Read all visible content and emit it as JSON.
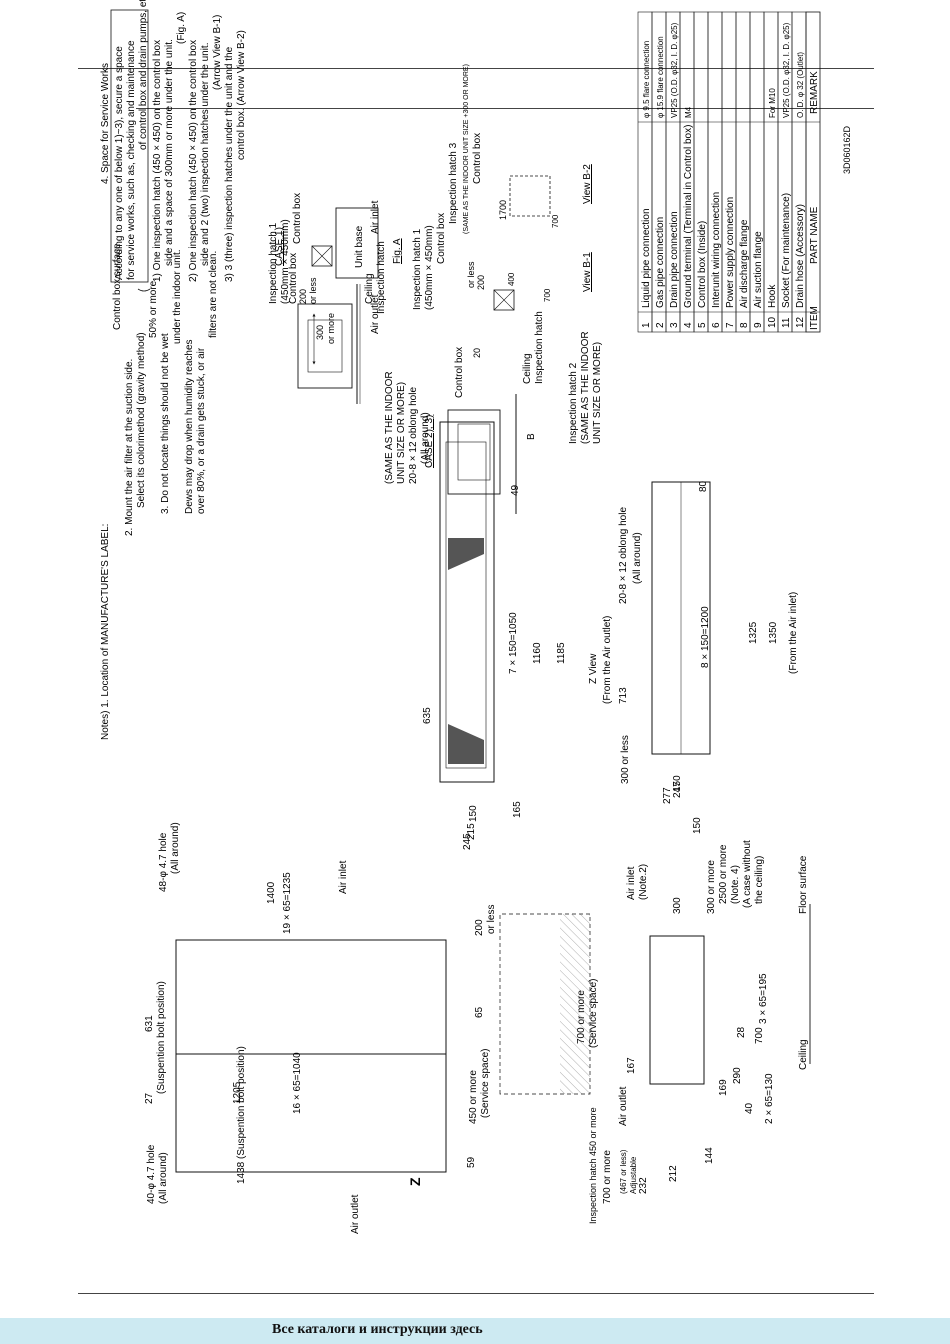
{
  "notes": [
    "Notes) 1. Location of MANUFACTURE'S LABEL:",
    "Control box surface",
    "2. Mount the air filter at the suction side.",
    "Select its colorimethod (gravity method)",
    "50% or more.",
    "3. Do not locate things should not be wet",
    "under the indoor unit.",
    "Dews may drop when humidity reaches",
    "over 80%, or a drain gets stuck, or air",
    "filters are not clean."
  ],
  "service": [
    "4. Space for Service Works",
    "According to any one of below 1)~3), secure a space",
    "for service works, such as, checking and maintenance",
    "of control box and drain pumps, etc.",
    "1) One inspection hatch (450 × 450) on the control box",
    "side and a space of 300mm or more under the unit.",
    "(Fig. A)",
    "2) One inspection hatch (450 × 450) on the control box",
    "side and 2 (two) inspection hatches under the unit.",
    "(Arrow View B-1)",
    "3) 3 (three) inspection hatches under the unit and the",
    "control box. (Arrow View B-2)"
  ],
  "case_labels": {
    "case1": "CASE 1)",
    "case23": "CASE 2), 3)",
    "figA": "Fig. A"
  },
  "texts": {
    "hatch1_fig": "Inspection hatch 1",
    "hatch1_size": "(450mm × 450mm)",
    "control_box": "Control box",
    "unit_base": "Unit base",
    "air_inlet": "Air inlet",
    "air_outlet": "Air outlet",
    "or_less": "or less",
    "or_more": "or more",
    "ceiling": "Ceiling",
    "inspection_hatch": "Inspection hatch",
    "hatch3": "Inspection hatch 3",
    "hatch3_note": "(SAME AS THE INDOOR UNIT SIZE +300 OR MORE)",
    "hatch1b": "Inspection hatch 1",
    "hatch1b_size": "(450mm × 450mm)",
    "hatch2": "Inspection hatch 2",
    "hatch2_note1": "(SAME AS THE INDOOR",
    "hatch2_note2": "UNIT SIZE OR MORE)",
    "view_b1": "View B-1",
    "view_b2": "View B-2",
    "b_arrow": "B",
    "dim_200": "200",
    "dim_300": "300",
    "dim_20": "20",
    "dim_400": "400",
    "dim_700": "700",
    "dim_1700": "1700",
    "same_size1": "(SAME AS THE INDOOR",
    "same_size2": "UNIT SIZE OR MORE)",
    "oblong_top": "20-8 × 12 oblong hole",
    "all_around": "(All around)",
    "oblong_right": "20-8 × 12 oblong hole",
    "z_view": "Z View",
    "from_outlet": "(From the Air outlet)",
    "from_inlet": "(From the Air inlet)",
    "d635": "635",
    "d713": "713",
    "d7x150": "7 × 150=1050",
    "d1160": "1160",
    "d1185": "1185",
    "d49": "49",
    "d80": "80",
    "d8x150": "8 × 150=1200",
    "d1325": "1325",
    "d1350": "1350",
    "d165": "165",
    "d150": "150",
    "d215": "215",
    "d245": "245",
    "d300less": "300 or less",
    "d150b": "150",
    "d247": "247",
    "d277": "277",
    "d150c": "150",
    "hole48": "48-φ 4.7 hole",
    "hole40": "40-φ 4.7 hole",
    "d631": "631",
    "susp_bolt": "(Suspention bolt position)",
    "d27": "27",
    "d1400": "1400",
    "d19x65": "19 × 65=1235",
    "d200": "200",
    "d16x65": "16 × 65=1040",
    "d1205": "1205",
    "d1438": "1438 (Suspention bolt position)",
    "d59": "59",
    "d450more": "450 or more",
    "service_space": "(Service space)",
    "service_space2": "(Service space)",
    "d700more": "700 or more",
    "d65": "65",
    "z_arrow": "Z",
    "insp_hatch_450": "Inspection hatch 450 or more",
    "air_inlet_note": "Air inlet",
    "note2": "(Note.2)",
    "d300": "300",
    "d300more": "300 or more",
    "d2500": "2500 or more",
    "note4": "(Note. 4)",
    "case_without": "(A case without",
    "the_ceiling": "the ceiling)",
    "floor_surface": "Floor surface",
    "d3x65": "3 × 65=195",
    "d700": "700",
    "d28": "28",
    "d290": "290",
    "d169": "169",
    "d167": "167",
    "d2x65": "2 × 65=130",
    "d40": "40",
    "d144": "144",
    "d212": "212",
    "d467less": "(467 or less)",
    "d232": "232",
    "adjustable": "Adjustable",
    "d700more2": "700 or more",
    "ceiling2": "Ceiling"
  },
  "parts_table": {
    "header": [
      "ITEM",
      "PART NAME",
      "REMARK"
    ],
    "rows": [
      [
        "12",
        "Drain hose (Accessory)",
        "O. D. φ 32 (Outlet)"
      ],
      [
        "11",
        "Socket (For maintenance)",
        "VP25 (O.D. φ32, I. D. φ25)"
      ],
      [
        "10",
        "Hook",
        "For M10"
      ],
      [
        "9",
        "Air suction flange",
        ""
      ],
      [
        "8",
        "Air discharge flange",
        ""
      ],
      [
        "7",
        "Power supply connection",
        ""
      ],
      [
        "6",
        "Interunit wiring connection",
        ""
      ],
      [
        "5",
        "Control box (Inside)",
        ""
      ],
      [
        "4",
        "Ground terminal (Terminal in Control box)",
        "M4"
      ],
      [
        "3",
        "Drain pipe connection",
        "VP25 (O.D. φ32, I. D. φ25)"
      ],
      [
        "2",
        "Gas pipe connection",
        "φ 15.9 flare connection"
      ],
      [
        "1",
        "Liquid pipe connection",
        "φ 9.5 flare connection"
      ]
    ]
  },
  "drawing_no": "3D060162D",
  "footer": "Все каталоги и инструкции здесь"
}
